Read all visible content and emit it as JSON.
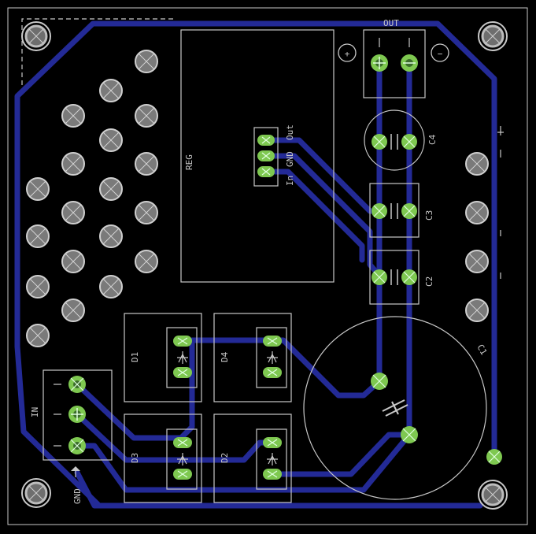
{
  "colors": {
    "background": "#000000",
    "trace": "#232a96",
    "silkscreen": "#c8c8c8",
    "pad": "#7ec850",
    "via_fill": "#7a7a7a"
  },
  "labels": {
    "out": "OUT",
    "in": "IN",
    "reg": "REG",
    "pin_in": "In",
    "pin_gnd": "GND",
    "pin_out": "Out",
    "c1": "C1",
    "c2": "C2",
    "c3": "C3",
    "c4": "C4",
    "d1": "D1",
    "d2": "D2",
    "d3": "D3",
    "d4": "D4",
    "plus_symbol": "+",
    "minus_symbol": "−",
    "gnd_arrow": "GND"
  }
}
